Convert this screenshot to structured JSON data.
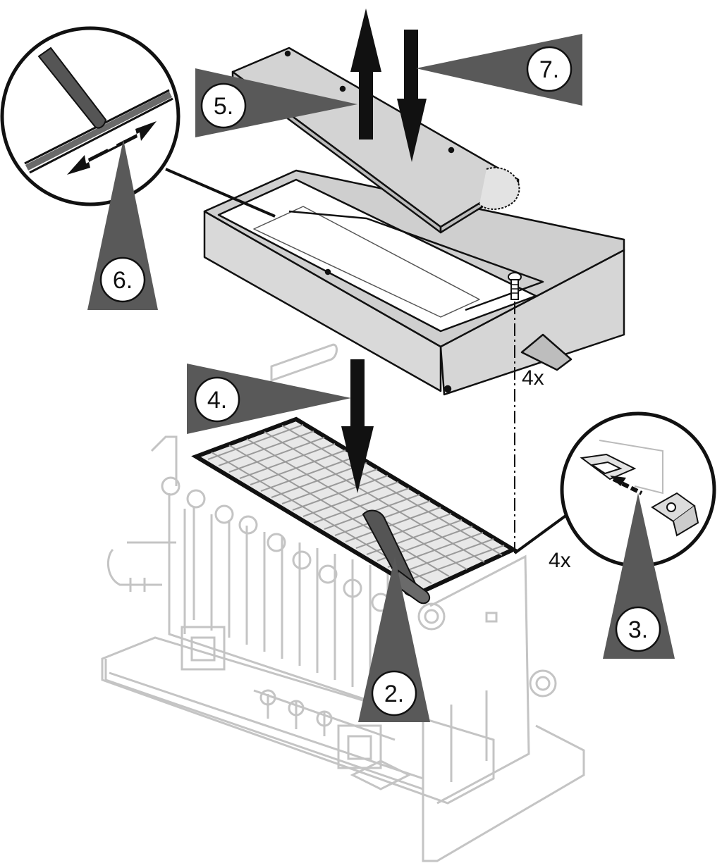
{
  "steps": [
    {
      "label": "2."
    },
    {
      "label": "3."
    },
    {
      "label": "4."
    },
    {
      "label": "5."
    },
    {
      "label": "6."
    },
    {
      "label": "7."
    }
  ],
  "quantities": {
    "screws": "4x",
    "clips": "4x"
  },
  "colors": {
    "pointer": "#595959",
    "panel": "#d9d9d9",
    "line": "#1a1a1a",
    "faded": "#c8c8c8",
    "arrow": "#0d0d0d"
  }
}
